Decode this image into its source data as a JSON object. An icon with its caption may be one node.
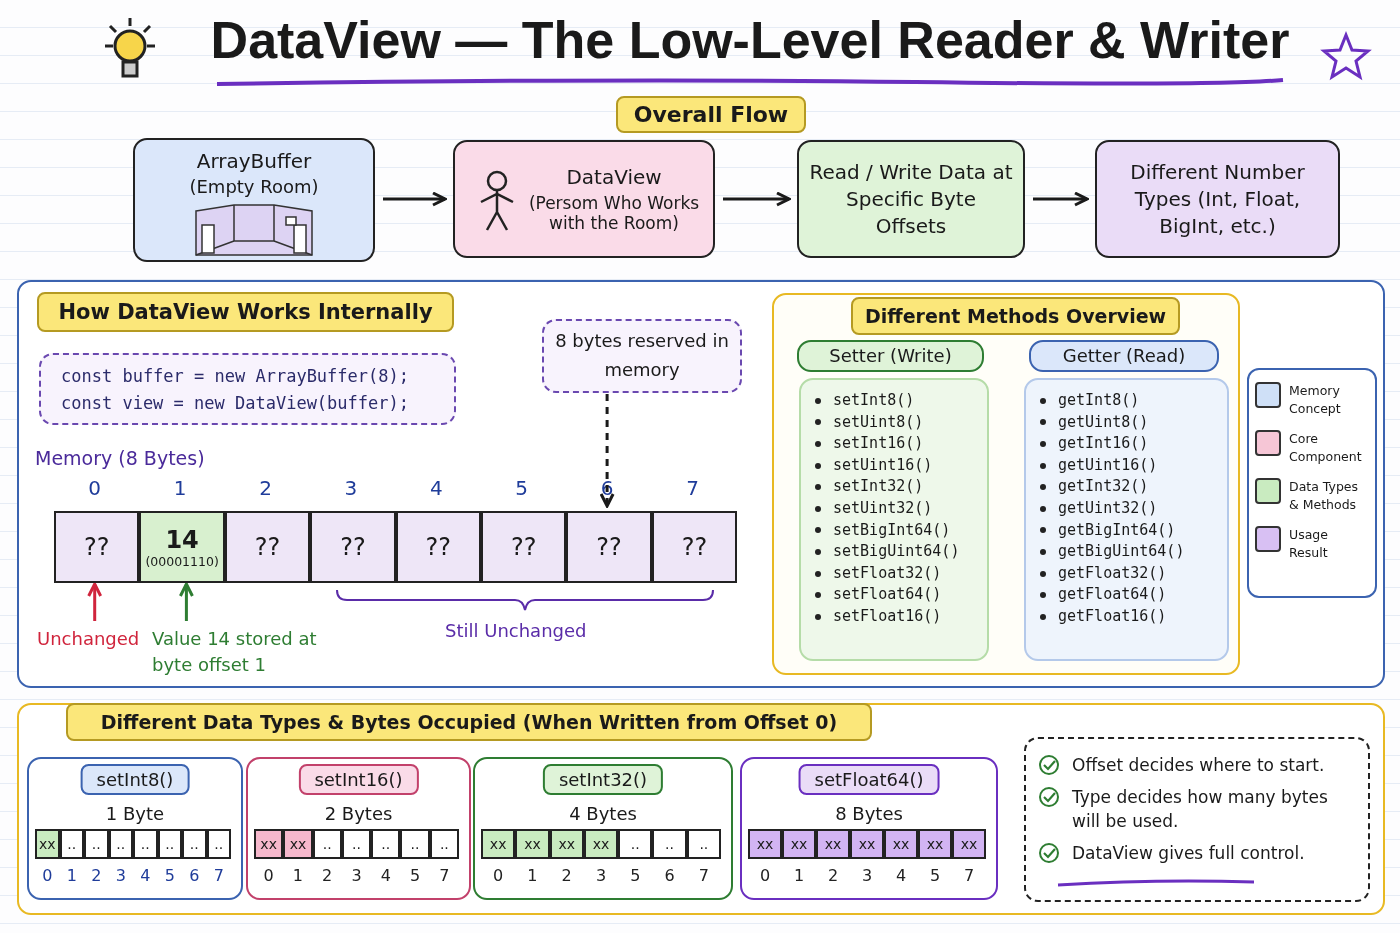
{
  "diagram": {
    "title": "DataView — The Low-Level Reader & Writer",
    "nodes": [
      {
        "text": [
          "ArrayBuffer",
          "(Empty Room)"
        ]
      },
      {
        "text": [
          "DataView",
          "(Persom Who Works with the Room)"
        ]
      },
      {
        "text": [
          "Read / Write Data at Specific Byte Offsets"
        ]
      },
      {
        "text": [
          "Different Number Types (Int, Float, BigInt, etc.)"
        ]
      },
      {
        "text": [
          "How DataView Works Internally"
        ]
      },
      {
        "text": [
          "const buffer = new ArrayBuffer(8); const view = new DataView(buffer);"
        ],
        "in": 4
      },
      {
        "text": [
          "8 bytes reserved in memory"
        ],
        "in": 4
      },
      {
        "text": [
          "??"
        ],
        "in": 4
      },
      {
        "text": [
          "14",
          "(00001110)"
        ],
        "in": 4
      },
      {
        "text": [
          "??"
        ],
        "in": 4
      },
      {
        "text": [
          "??"
        ],
        "in": 4
      },
      {
        "text": [
          "??"
        ],
        "in": 4
      },
      {
        "text": [
          "??"
        ],
        "in": 4
      },
      {
        "text": [
          "??"
        ],
        "in": 4
      },
      {
        "text": [
          "??"
        ],
        "in": 4
      },
      {
        "text": [
          "Unchanged"
        ],
        "in": 4
      },
      {
        "text": [
          "Value 14 stored at byte offset 1"
        ],
        "in": 4
      },
      {
        "text": [
          "Different Methods Overview"
        ],
        "in": 4
      },
      {
        "text": [
          "Setter (Write)"
        ],
        "in": 17
      },
      {
        "text": [
          "setInt8()",
          "setUint8()",
          "setInt16()",
          "setUint16()",
          "setInt32()",
          "setUint32()",
          "setBigInt64()",
          "setBigUint64()",
          "setFloat32()",
          "setFloat64()",
          "setFloat16()"
        ],
        "in": 17
      },
      {
        "text": [
          "Getter (Read)"
        ],
        "in": 17
      },
      {
        "text": [
          "getInt8()",
          "getUint8()",
          "getInt16()",
          "getUint16()",
          "getInt32()",
          "getUint32()",
          "getBigInt64()",
          "getBigUint64()",
          "getFloat32()",
          "getFloat64()",
          "getFloat16()"
        ],
        "in": 17
      },
      {
        "text": [
          "Different Data Types & Bytes Occupied (When Written from Offset 0)"
        ]
      },
      {
        "text": [
          "setInt8()",
          "1 Byte"
        ],
        "in": 22
      },
      {
        "text": [
          "setInt16()",
          "2 Bytes"
        ],
        "in": 22
      },
      {
        "text": [
          "setInt32()",
          "4 Bytes"
        ],
        "in": 22
      },
      {
        "text": [
          "setFloat64()",
          "8 Bytes"
        ],
        "in": 22
      },
      {
        "text": [
          "Offset decides where to start.",
          "Type decides how many bytes will be used.",
          "DataView gives full control."
        ],
        "in": 22
      }
    ],
    "edges": [
      {
        "from": 0,
        "to": 1,
        "arrow": "to"
      },
      {
        "from": 1,
        "to": 2,
        "arrow": "to"
      },
      {
        "from": 2,
        "to": 3,
        "arrow": "to"
      },
      {
        "from": 6,
        "to": 13,
        "arrow": "to",
        "style": "dashed"
      },
      {
        "from": 15,
        "to": 7,
        "arrow": "to",
        "color": "#d0243c"
      },
      {
        "from": 16,
        "to": 8,
        "arrow": "to",
        "color": "#2e7d32"
      }
    ],
    "labels": [
      "Overall Flow",
      "Memory (8 Bytes)",
      "0",
      "1",
      "2",
      "3",
      "4",
      "5",
      "6",
      "7",
      "Still Unchanged",
      "xx",
      "..",
      "..",
      "..",
      "..",
      "..",
      "..",
      "..",
      "0",
      "1",
      "2",
      "3",
      "4",
      "5",
      "6",
      "7",
      "xx",
      "xx",
      "..",
      "..",
      "..",
      "..",
      "..",
      "0",
      "1",
      "2",
      "3",
      "4",
      "5",
      "7",
      "xx",
      "xx",
      "xx",
      "xx",
      "..",
      "..",
      "..",
      "0",
      "1",
      "2",
      "3",
      "5",
      "6",
      "7",
      "xx",
      "xx",
      "xx",
      "xx",
      "xx",
      "xx",
      "xx",
      "0",
      "1",
      "2",
      "3",
      "4",
      "5",
      "7"
    ],
    "legend": [
      {
        "text": "Memory Concept",
        "color": "#cfe0f7"
      },
      {
        "text": "Core Component",
        "color": "#f6c6d6"
      },
      {
        "text": "Data Types & Methods",
        "color": "#c9ebc0"
      },
      {
        "text": "Usage Result",
        "color": "#d8c0f3"
      }
    ]
  }
}
